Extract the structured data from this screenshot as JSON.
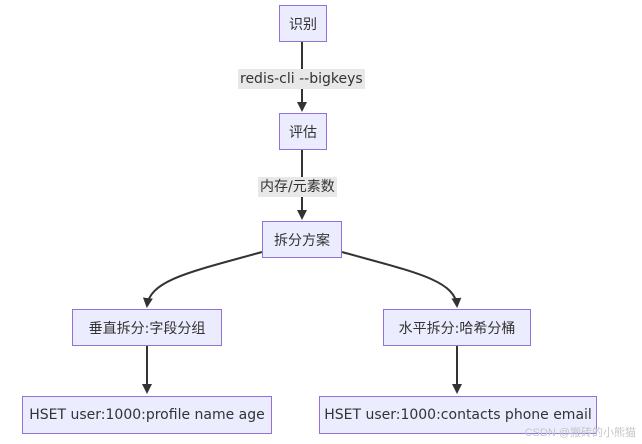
{
  "nodes": {
    "identify": "识别",
    "evaluate": "评估",
    "split_plan": "拆分方案",
    "vertical": "垂直拆分:字段分组",
    "horizontal": "水平拆分:哈希分桶",
    "vertical_cmd": "HSET user:1000:profile name age",
    "horizontal_cmd": "HSET user:1000:contacts phone email"
  },
  "edges": {
    "identify_to_evaluate": "redis-cli --bigkeys",
    "evaluate_to_plan": "内存/元素数"
  },
  "watermark": "CSDN @搬砖的小熊猫",
  "colors": {
    "node_fill": "#ececff",
    "node_border": "#9370db",
    "edge": "#333333",
    "label_bg": "#e8e8e8"
  }
}
